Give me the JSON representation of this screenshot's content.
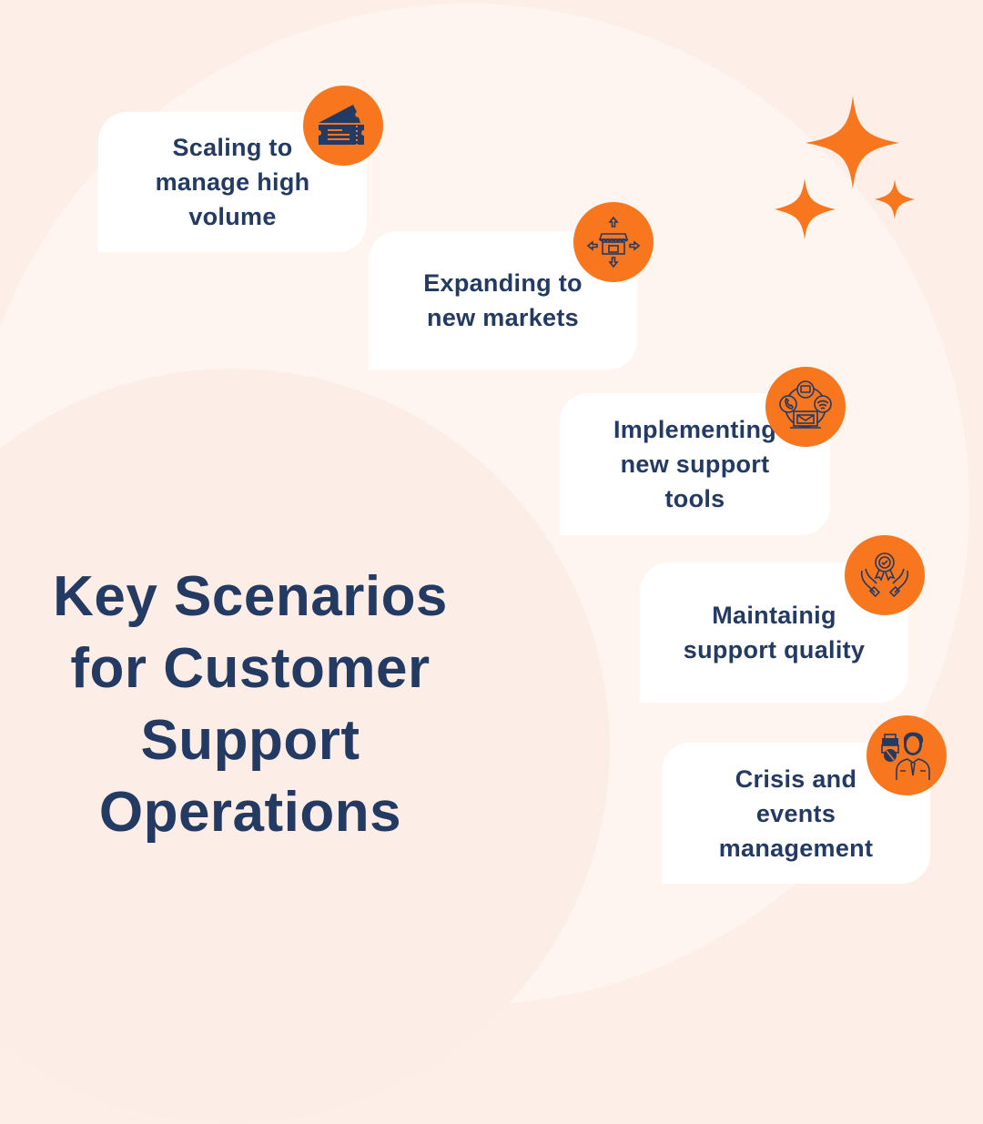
{
  "title": {
    "lines": [
      "Key Scenarios",
      "for Customer",
      "Support",
      "Operations"
    ]
  },
  "colors": {
    "accent": "#F7761E",
    "text": "#233A63",
    "card": "#FFFFFF",
    "background": "#FDEEE8"
  },
  "scenarios": [
    {
      "label": "Scaling to\nmanage high\nvolume",
      "icon": "ticket-icon"
    },
    {
      "label": "Expanding to\nnew markets",
      "icon": "store-expansion-icon"
    },
    {
      "label": "Implementing\nnew support\ntools",
      "icon": "support-channels-icon"
    },
    {
      "label": "Maintainig\nsupport quality",
      "icon": "quality-award-hands-icon"
    },
    {
      "label": "Crisis and\nevents\nmanagement",
      "icon": "crisis-manager-icon"
    }
  ],
  "decorations": {
    "sparkles": "sparkles-icon"
  }
}
